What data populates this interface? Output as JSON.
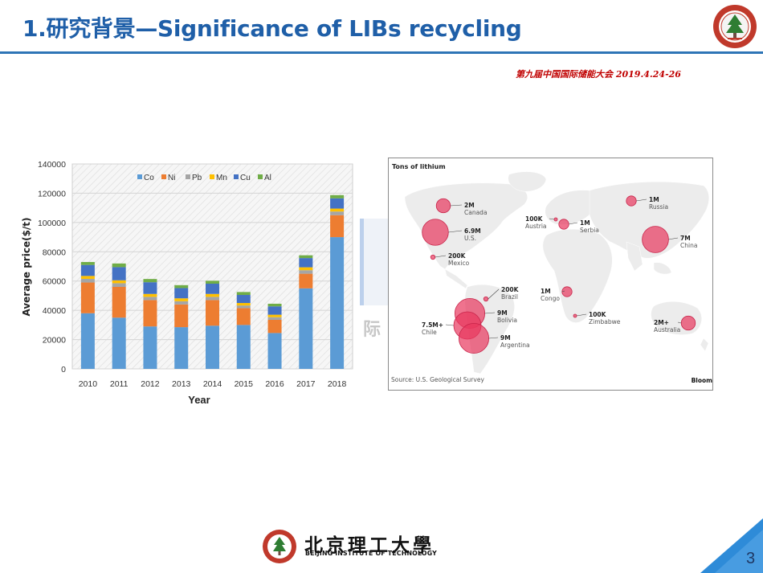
{
  "slide": {
    "title": "1.研究背景—Significance of LIBs recycling",
    "conference": "第九届中国国际储能大会 2019.4.24-26",
    "page_number": "3",
    "colors": {
      "title": "#1f5fa8",
      "rule": "#2e75b6",
      "conference": "#c00000",
      "corner": "#2e8bd8"
    },
    "icons": {
      "emblem": "university-seal-icon",
      "footer_logo": "university-seal-icon"
    }
  },
  "chart_data": {
    "type": "bar",
    "stacked": true,
    "xlabel": "Year",
    "ylabel": "Average price($/t)",
    "ylim": [
      0,
      140000
    ],
    "yticks": [
      "0",
      "20000",
      "40000",
      "60000",
      "80000",
      "100000",
      "120000",
      "140000"
    ],
    "categories": [
      "2010",
      "2011",
      "2012",
      "2013",
      "2014",
      "2015",
      "2016",
      "2017",
      "2018"
    ],
    "legend_position": "top-left",
    "grid": true,
    "series": [
      {
        "name": "Co",
        "color": "#5b9bd5",
        "values": [
          38000,
          35000,
          29000,
          28500,
          29500,
          30000,
          24500,
          55000,
          90000
        ]
      },
      {
        "name": "Ni",
        "color": "#ed7d31",
        "values": [
          21000,
          21000,
          18000,
          15500,
          17500,
          11500,
          9000,
          10000,
          15000
        ]
      },
      {
        "name": "Pb",
        "color": "#a5a5a5",
        "values": [
          2500,
          2500,
          2200,
          2200,
          2200,
          1800,
          1800,
          2400,
          2500
        ]
      },
      {
        "name": "Mn",
        "color": "#ffc000",
        "values": [
          2000,
          2000,
          2000,
          2000,
          2000,
          1700,
          1700,
          2000,
          2000
        ]
      },
      {
        "name": "Cu",
        "color": "#4472c4",
        "values": [
          7500,
          9000,
          8000,
          7000,
          7000,
          5500,
          5700,
          6300,
          7000
        ]
      },
      {
        "name": "Al",
        "color": "#70ad47",
        "values": [
          2000,
          2500,
          2200,
          2000,
          2000,
          2000,
          1800,
          1900,
          2200
        ]
      }
    ]
  },
  "map": {
    "title": "Tons of lithium",
    "source": "Source: U.S. Geological Survey",
    "brand": "Bloom",
    "bubble_color": "#e8385e",
    "deposits": [
      {
        "value": "2M",
        "country": "Canada",
        "tons_million": 2
      },
      {
        "value": "6.9M",
        "country": "U.S.",
        "tons_million": 6.9
      },
      {
        "value": "200K",
        "country": "Mexico",
        "tons_million": 0.2
      },
      {
        "value": "100K",
        "country": "Austria",
        "tons_million": 0.1
      },
      {
        "value": "1M",
        "country": "Serbia",
        "tons_million": 1
      },
      {
        "value": "1M",
        "country": "Russia",
        "tons_million": 1
      },
      {
        "value": "7M",
        "country": "China",
        "tons_million": 7
      },
      {
        "value": "200K",
        "country": "Brazil",
        "tons_million": 0.2
      },
      {
        "value": "1M",
        "country": "Congo",
        "tons_million": 1
      },
      {
        "value": "9M",
        "country": "Bolivia",
        "tons_million": 9
      },
      {
        "value": "7.5M+",
        "country": "Chile",
        "tons_million": 7.5
      },
      {
        "value": "9M",
        "country": "Argentina",
        "tons_million": 9
      },
      {
        "value": "100K",
        "country": "Zimbabwe",
        "tons_million": 0.1
      },
      {
        "value": "2M+",
        "country": "Australia",
        "tons_million": 2
      }
    ]
  },
  "background_fragment": "际",
  "footer": {
    "university_cn": "北京理工大學",
    "university_en": "BEIJING INSTITUTE OF TECHNOLOGY"
  }
}
